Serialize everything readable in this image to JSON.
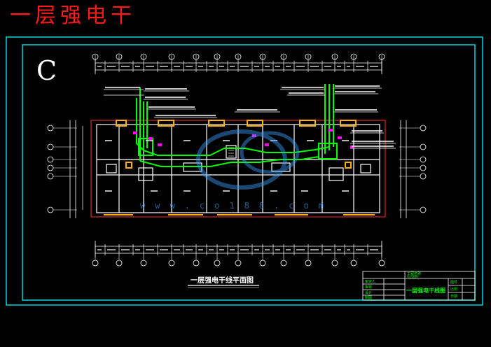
{
  "title": "一层强电干",
  "sheet_letter": "C",
  "plan_title": "一层强电干线平面图",
  "watermark": "www.co188.com",
  "title_block": {
    "drawing_name": "一层强电干线图",
    "labels": [
      "工程名称",
      "项目名称"
    ],
    "left_cells": [
      "审定人",
      "审核",
      "设计",
      "制图"
    ],
    "right_cells": [
      "图号",
      "比例",
      "日期"
    ]
  },
  "colors": {
    "background": "#000000",
    "frame": "#00d8d8",
    "wall": "#ffffff",
    "trunk_line": "#00ff00",
    "column": "#ffb000",
    "annotation": "#ff00ff",
    "title": "#ff1a1a"
  }
}
